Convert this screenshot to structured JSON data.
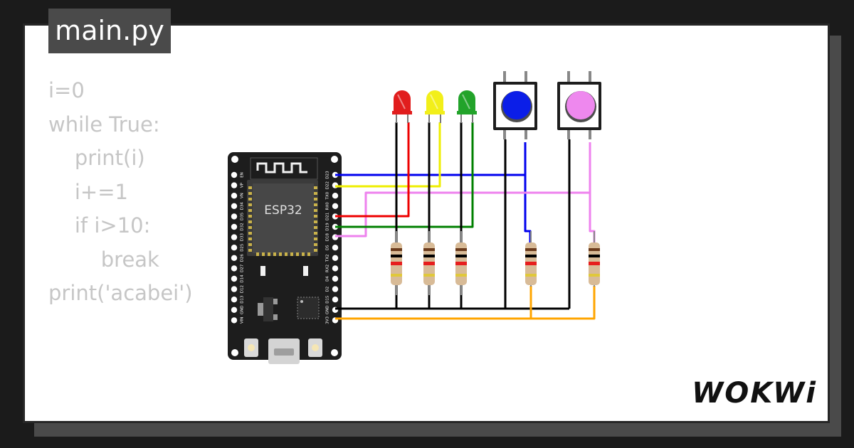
{
  "tab": {
    "filename": "main.py"
  },
  "code": {
    "lines": [
      "i=0",
      "while True:",
      "    print(i)",
      "    i+=1",
      "    if i>10:",
      "        break",
      "print('acabei')"
    ]
  },
  "board": {
    "chip_label": "ESP32",
    "left_pins": [
      "EN",
      "VP",
      "VN",
      "D34",
      "D35",
      "D32",
      "D33",
      "D25",
      "D26",
      "D27",
      "D14",
      "D12",
      "D13",
      "GND",
      "VIN"
    ],
    "right_pins": [
      "D23",
      "D22",
      "TX0",
      "RX0",
      "D21",
      "D19",
      "D18",
      "D5",
      "TX2",
      "RX2",
      "D4",
      "D2",
      "D15",
      "GND",
      "3V3"
    ]
  },
  "leds": [
    {
      "name": "red",
      "color": "#e11d1d"
    },
    {
      "name": "yellow",
      "color": "#f2ef1a"
    },
    {
      "name": "green",
      "color": "#22a32a"
    }
  ],
  "buttons": [
    {
      "name": "blue",
      "color": "#0b1ee8"
    },
    {
      "name": "pink",
      "color": "#ee88ee"
    }
  ],
  "wires": {
    "blue": "#0000ee",
    "yellow": "#eeee00",
    "red": "#ee0000",
    "green": "#008000",
    "violet": "#ee82ee",
    "black": "#000000",
    "orange": "#ffa500"
  },
  "brand": {
    "wordmark": "WOKWi"
  }
}
